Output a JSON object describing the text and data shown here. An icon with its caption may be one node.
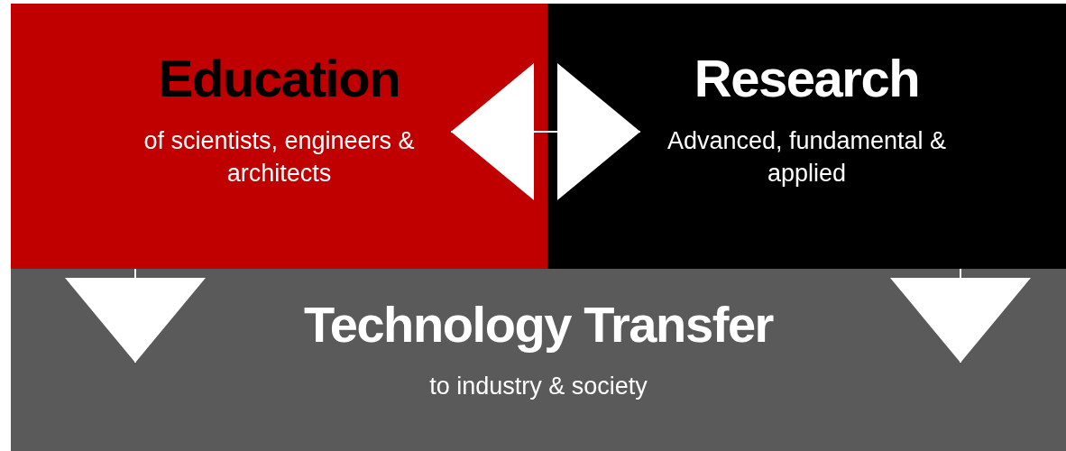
{
  "diagram": {
    "nodes": [
      {
        "text": [
          "Education",
          "of scientists, engineers & architects"
        ]
      },
      {
        "text": [
          "Research",
          "Advanced, fundamental & applied"
        ]
      },
      {
        "text": [
          "Technology Transfer",
          "to industry & society"
        ]
      }
    ],
    "edges": [
      {
        "from": 1,
        "to": 0,
        "arrow": "to"
      },
      {
        "from": 0,
        "to": 1,
        "arrow": "to"
      },
      {
        "from": 0,
        "to": 2,
        "arrow": "to"
      },
      {
        "from": 1,
        "to": 2,
        "arrow": "to"
      }
    ]
  }
}
